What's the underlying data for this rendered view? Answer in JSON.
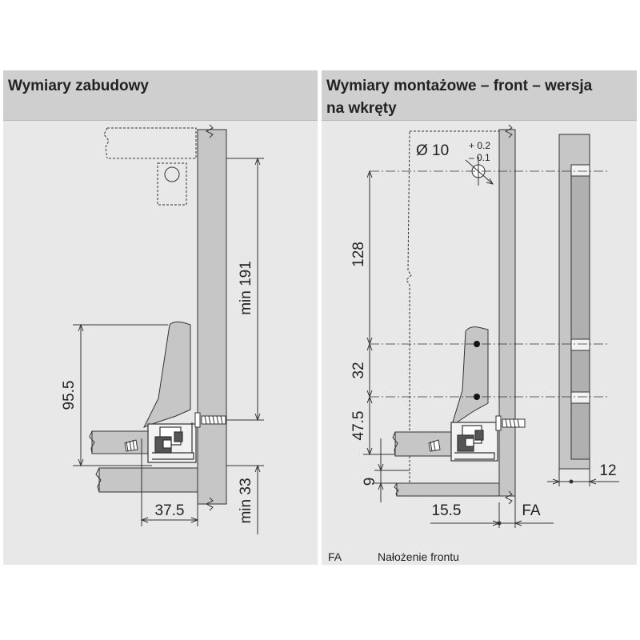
{
  "left_panel": {
    "title": "Wymiary zabudowy",
    "dimensions": {
      "height_total": "95.5",
      "min_top": "min 191",
      "min_bottom": "min 33",
      "depth": "37.5"
    }
  },
  "right_panel": {
    "title_line1": "Wymiary montażowe – front – wersja",
    "title_line2": "na wkręty",
    "dimensions": {
      "hole_diameter": "Ø 10",
      "tolerance_plus": "+ 0.2",
      "tolerance_minus": "– 0.1",
      "spacing_128": "128",
      "spacing_32": "32",
      "spacing_47_5": "47.5",
      "spacing_9": "9",
      "offset_15_5": "15.5",
      "fa_label": "FA",
      "thickness_12": "12"
    }
  },
  "legend": {
    "key": "FA",
    "text": "Nałożenie frontu"
  },
  "colors": {
    "panel_bg": "#e8e8e8",
    "header_bg": "#cfcfcf",
    "part_fill": "#c6c6c6",
    "line": "#333333"
  }
}
